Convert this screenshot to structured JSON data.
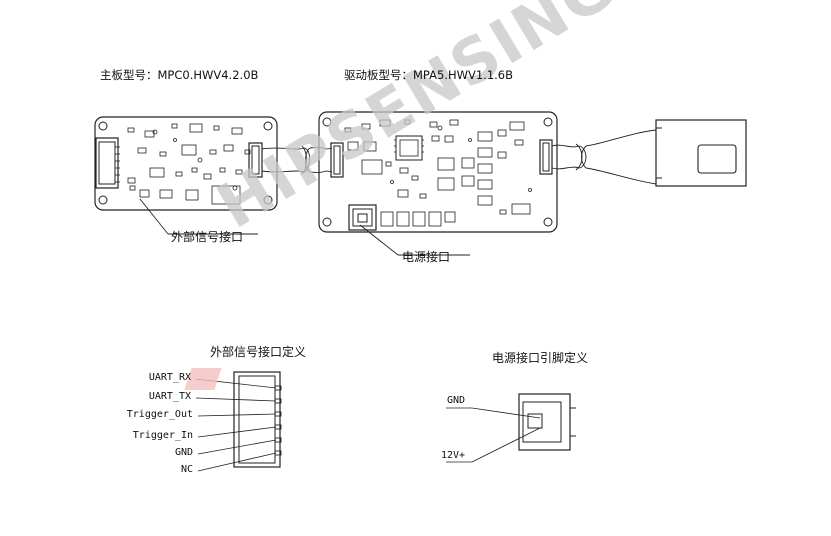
{
  "main_board": {
    "label": "主板型号：MPC0.HWV4.2.0B"
  },
  "driver_board": {
    "label": "驱动板型号：MPA5.HWV1.1.6B"
  },
  "callouts": {
    "external_port": "外部信号接口",
    "power_port": "电源接口"
  },
  "external_pinout": {
    "title": "外部信号接口定义",
    "pins": [
      "UART_RX",
      "UART_TX",
      "Trigger_Out",
      "Trigger_In",
      "GND",
      "NC"
    ]
  },
  "power_pinout": {
    "title": "电源接口引脚定义",
    "pins": [
      "GND",
      "12V+"
    ]
  },
  "watermark": {
    "text": "HIPSENSING",
    "color": "#c8c8c8",
    "accent": "#f2c0c0"
  }
}
